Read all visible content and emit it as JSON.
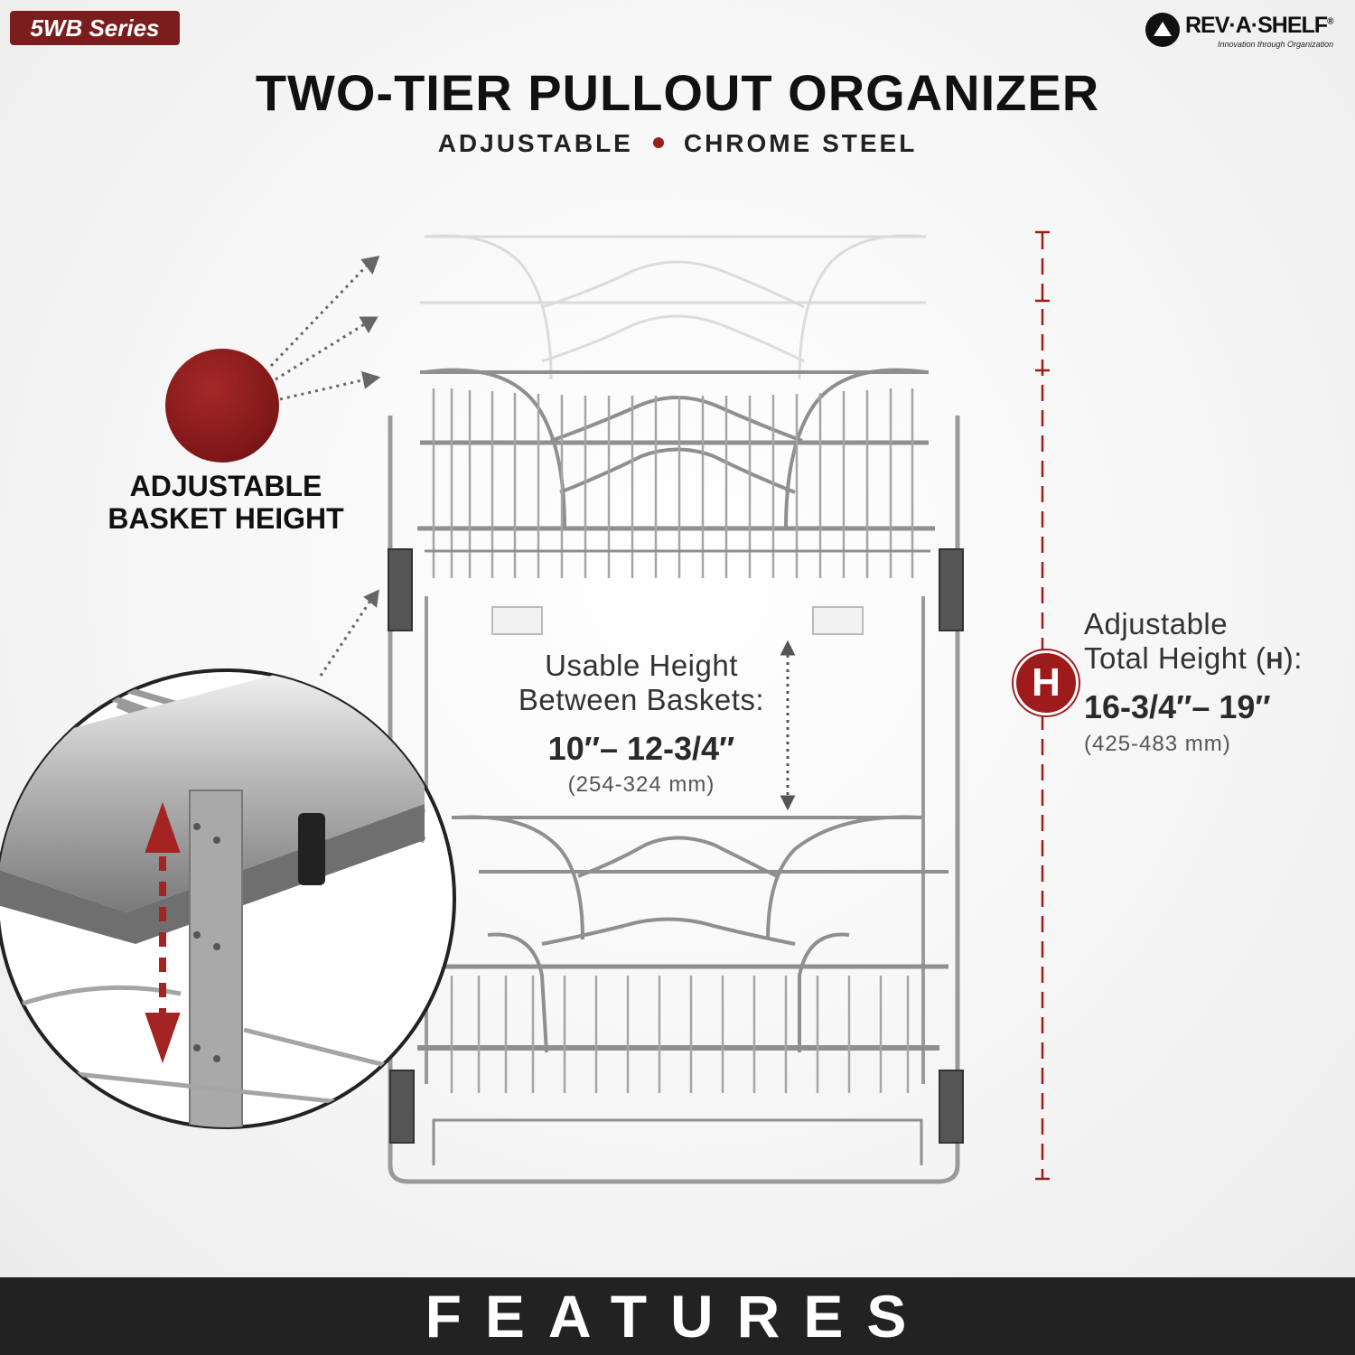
{
  "badge": {
    "series": "5WB Series"
  },
  "logo": {
    "brand": "REV·A·SHELF",
    "trademark": "®",
    "tagline": "Innovation through Organization"
  },
  "header": {
    "title": "TWO-TIER PULLOUT ORGANIZER",
    "subtitle_left": "ADJUSTABLE",
    "subtitle_right": "CHROME STEEL"
  },
  "callouts": {
    "adjustable_basket": {
      "line1": "ADJUSTABLE",
      "line2": "BASKET HEIGHT"
    },
    "usable_height": {
      "line1": "Usable Height",
      "line2": "Between Baskets:",
      "range": "10″– 12-3/4″",
      "mm": "(254-324 mm)"
    },
    "total_height": {
      "line1": "Adjustable",
      "line2_prefix": "Total Height (",
      "line2_letter": "H",
      "line2_suffix": "):",
      "range": "16-3/4″– 19″",
      "mm": "(425-483 mm)",
      "badge_letter": "H"
    }
  },
  "footer": {
    "label": "FEATURES"
  },
  "colors": {
    "accent": "#9e1b1b",
    "dark": "#222222",
    "chrome": "#9a9a9a"
  }
}
